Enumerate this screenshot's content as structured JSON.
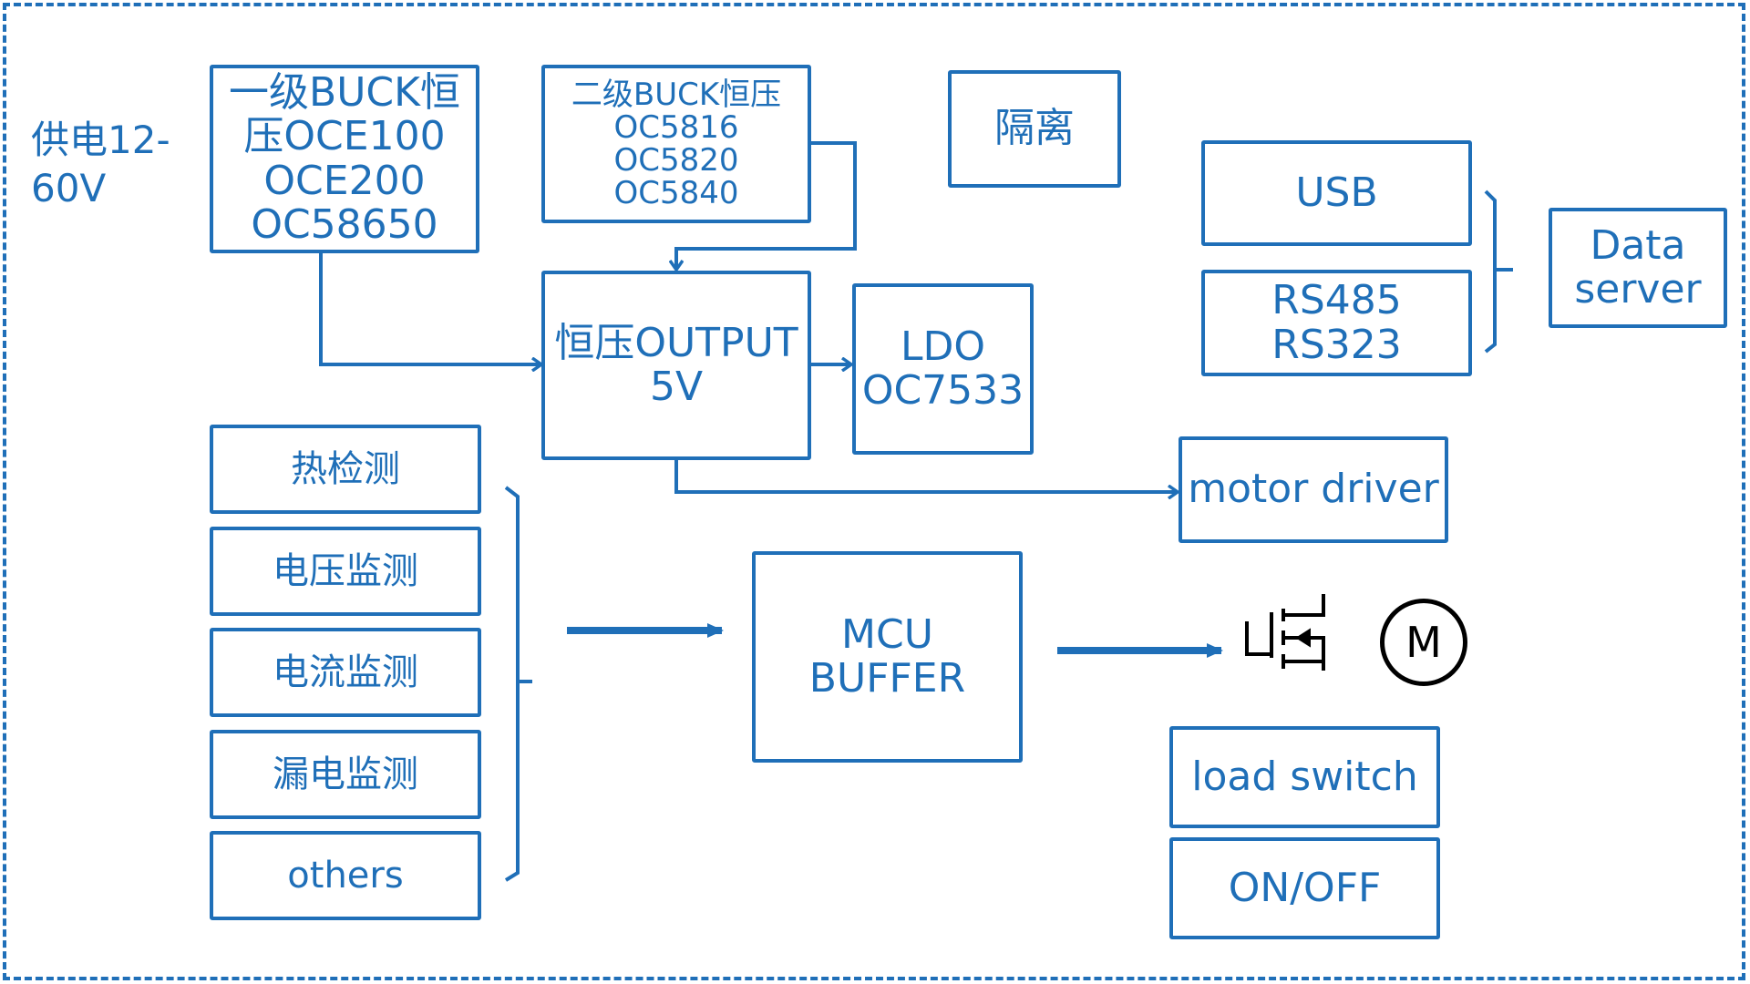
{
  "supply_label": "供电12-\n60V",
  "blocks": {
    "buck1": "一级BUCK恒\n压OCE100\nOCE200\nOC58650",
    "buck2": "二级BUCK恒压\nOC5816\nOC5820\nOC5840",
    "isolation": "隔离",
    "usb": "USB",
    "rs": "RS485\nRS323",
    "data_server": "Data\nserver",
    "output": "恒压OUTPUT\n5V",
    "ldo": "LDO\nOC7533",
    "motor_driver": "motor driver",
    "heat": "热检测",
    "voltage": "电压监测",
    "current": "电流监测",
    "leakage": "漏电监测",
    "others": "others",
    "mcu": "MCU\nBUFFER",
    "load_switch": "load switch",
    "onoff": "ON/OFF"
  },
  "motor_symbol": "M",
  "colors": {
    "line": "#1f6fb8",
    "symbol": "#000000"
  }
}
